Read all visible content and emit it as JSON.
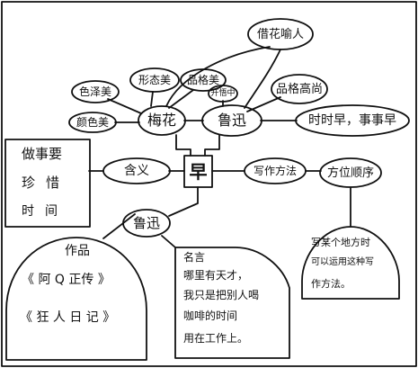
{
  "center": "早",
  "left": {
    "meaning": "含义",
    "items": [
      "做事要",
      "珍惜",
      "时间"
    ]
  },
  "upper": {
    "plum": "梅花",
    "color": "色泽美",
    "posture": "形态美",
    "character": "品格美",
    "fragrance": "颜色美",
    "luxun": "鲁迅",
    "inspire": "开悟中",
    "noble": "品格高尚",
    "borrow": "借花喻人",
    "early": "时时早，事事早"
  },
  "right": {
    "writing": "写作方法",
    "order": "方位顺序",
    "note": [
      "写某个地方时",
      "可以运用这种写",
      "作方法。"
    ]
  },
  "lower": {
    "luxun": "鲁迅",
    "works_title": "作品",
    "works": [
      "《 阿 Q 正传 》",
      "《 狂 人 日 记 》"
    ],
    "quote_title": "名言",
    "quote": [
      "哪里有天才，",
      "我只是把别人喝",
      "咖啡的时间",
      "用在工作上。"
    ]
  }
}
